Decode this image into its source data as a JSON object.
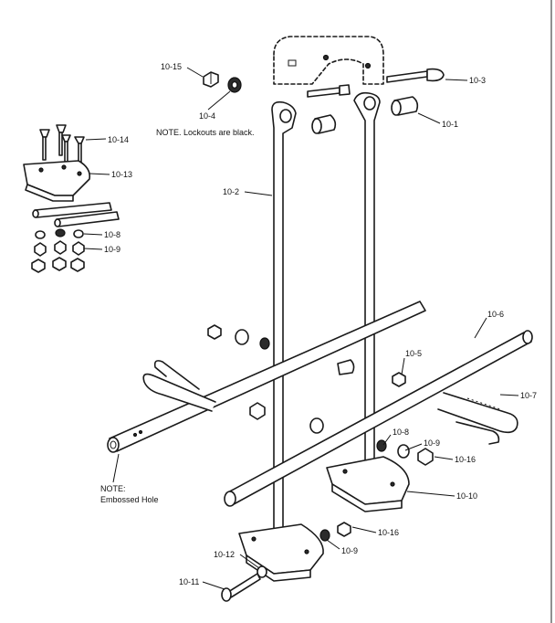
{
  "callouts": {
    "c10_15": "10-15",
    "c10_4": "10-4",
    "c10_3": "10-3",
    "c10_1": "10-1",
    "c10_14": "10-14",
    "c10_13": "10-13",
    "c10_8_top": "10-8",
    "c10_9_top": "10-9",
    "c10_2": "10-2",
    "c10_6": "10-6",
    "c10_5": "10-5",
    "c10_7": "10-7",
    "c10_8_mid": "10-8",
    "c10_9_mid": "10-9",
    "c10_16_mid": "10-16",
    "c10_10": "10-10",
    "c10_16_low": "10-16",
    "c10_9_low": "10-9",
    "c10_12": "10-12",
    "c10_11": "10-11"
  },
  "notes": {
    "lockouts": "NOTE. Lockouts are black.",
    "embossed_line1": "NOTE:",
    "embossed_line2": "Embossed Hole"
  }
}
